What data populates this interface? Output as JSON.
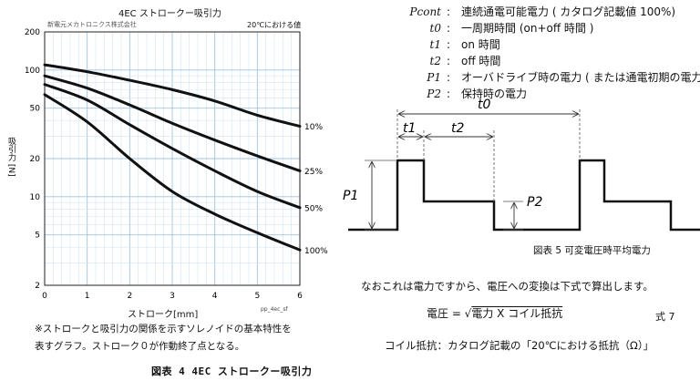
{
  "chart": {
    "title": "4EC ストロークー吸引力",
    "maker": "新電元メカトロニクス株式会社",
    "condition": "20℃における値",
    "ylabel": "吸引力 [N]",
    "xlabel": "ストローク[mm]",
    "code": "pp_4ec_sf",
    "note_line1": "※ストロークと吸引力の関係を示すソレノイドの基本特性を",
    "note_line2": "表すグラフ。ストローク０が作動終了点となる。",
    "caption": "図表 4 4EC ストロークー吸引力"
  },
  "chart_data": {
    "type": "line",
    "xlim": [
      0,
      6
    ],
    "ylim": [
      2,
      200
    ],
    "yscale": "log",
    "x_ticks": [
      "0",
      "1",
      "2",
      "3",
      "4",
      "5",
      "6"
    ],
    "y_ticks": [
      {
        "value": 2,
        "label": "2"
      },
      {
        "value": 5,
        "label": "5"
      },
      {
        "value": 10,
        "label": "10"
      },
      {
        "value": 20,
        "label": "20"
      },
      {
        "value": 50,
        "label": "50"
      },
      {
        "value": 100,
        "label": "100"
      },
      {
        "value": 200,
        "label": "200"
      }
    ],
    "grid": true,
    "series": [
      {
        "name": "10%",
        "points": [
          [
            0,
            110
          ],
          [
            1,
            97
          ],
          [
            2,
            83
          ],
          [
            3,
            70
          ],
          [
            4,
            57
          ],
          [
            5,
            44
          ],
          [
            6,
            36
          ]
        ]
      },
      {
        "name": "25%",
        "points": [
          [
            0,
            90
          ],
          [
            1,
            72
          ],
          [
            2,
            53
          ],
          [
            3,
            38
          ],
          [
            4,
            28
          ],
          [
            5,
            21
          ],
          [
            6,
            16
          ]
        ]
      },
      {
        "name": "50%",
        "points": [
          [
            0,
            77
          ],
          [
            1,
            58
          ],
          [
            2,
            37
          ],
          [
            3,
            24
          ],
          [
            4,
            16
          ],
          [
            5,
            11
          ],
          [
            6,
            8.2
          ]
        ]
      },
      {
        "name": "100%",
        "points": [
          [
            0,
            64
          ],
          [
            1,
            39
          ],
          [
            2,
            20
          ],
          [
            3,
            11
          ],
          [
            4,
            7.3
          ],
          [
            5,
            5.2
          ],
          [
            6,
            3.8
          ]
        ]
      }
    ]
  },
  "right": {
    "legend": [
      {
        "sym": "Pcont",
        "desc": "連続通電可能電力 ( カタログ記載値 100%)"
      },
      {
        "sym": "t0",
        "desc": "一周期時間 (on+off 時間 )"
      },
      {
        "sym": "t1",
        "desc": "on 時間"
      },
      {
        "sym": "t2",
        "desc": "off 時間"
      },
      {
        "sym": "P1",
        "desc": "オーバドライブ時の電力 ( または通電初期の電力 )"
      },
      {
        "sym": "P2",
        "desc": "保持時の電力"
      }
    ],
    "colon": ":",
    "wave_labels": {
      "t0": "t0",
      "t1": "t1",
      "t2": "t2",
      "p1": "P1",
      "p2": "P2"
    },
    "caption": "図表 5 可変電圧時平均電力",
    "paragraph": "なおこれは電力ですから、電圧への変換は下式で算出します。",
    "formula_lhs": "電圧 = √",
    "formula_rad": "電力 X コイル抵抗",
    "eq_no": "式 7",
    "coil": "コイル抵抗：カタログ記載の「20℃における抵抗（Ω）」"
  }
}
